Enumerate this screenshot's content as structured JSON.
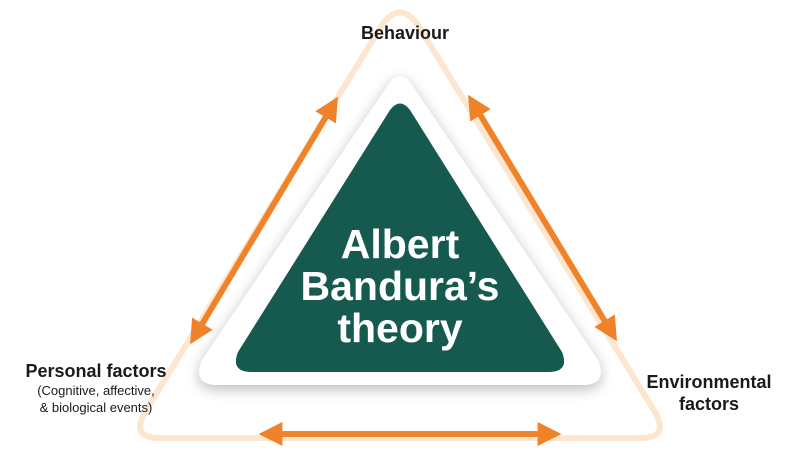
{
  "center": {
    "lines": [
      "Albert",
      "Bandura’s",
      "theory"
    ]
  },
  "nodes": {
    "behaviour": {
      "title": "Behaviour"
    },
    "personal": {
      "title": "Personal factors",
      "subtitle_lines": [
        "(Cognitive, affective,",
        "& biological events)"
      ]
    },
    "environmental": {
      "title_lines": [
        "Environmental",
        "factors"
      ]
    }
  },
  "colors": {
    "triangle_fill": "#165a4f",
    "arrow": "#f0832a",
    "outer_outline": "#fde6cf",
    "text": "#1a1a1a",
    "center_text": "#ffffff"
  },
  "arrows": [
    {
      "name": "personal-behaviour",
      "direction": "bidirectional"
    },
    {
      "name": "behaviour-environmental",
      "direction": "bidirectional"
    },
    {
      "name": "personal-environmental",
      "direction": "bidirectional"
    }
  ]
}
